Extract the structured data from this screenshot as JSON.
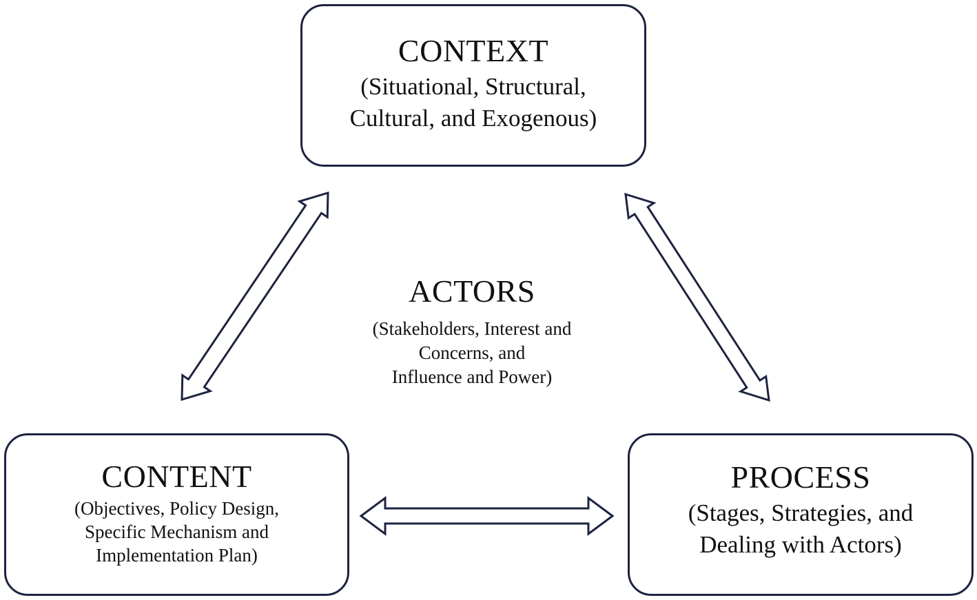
{
  "context": {
    "title": "CONTEXT",
    "lines": [
      "(Situational, Structural,",
      "Cultural, and Exogenous)"
    ]
  },
  "actors": {
    "title": "ACTORS",
    "lines": [
      "(Stakeholders, Interest and",
      "Concerns, and",
      "Influence and Power)"
    ]
  },
  "content": {
    "title": "CONTENT",
    "lines": [
      "(Objectives, Policy Design,",
      "Specific Mechanism and",
      "Implementation Plan)"
    ]
  },
  "process": {
    "title": "PROCESS",
    "lines": [
      "(Stages, Strategies, and",
      "Dealing with Actors)"
    ]
  },
  "colors": {
    "border": "#1c2340",
    "text": "#111111"
  },
  "icons": {
    "arrow_shape": "double-headed-hollow-arrow"
  }
}
